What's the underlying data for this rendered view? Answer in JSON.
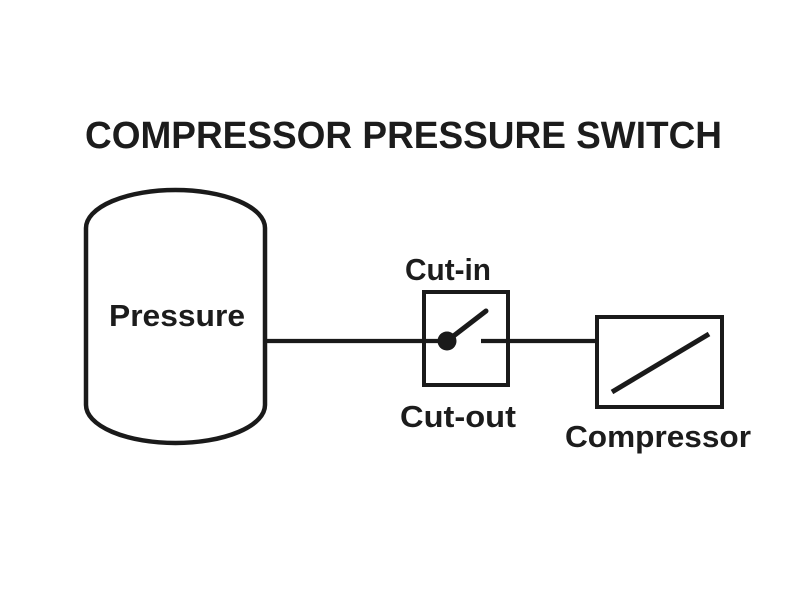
{
  "title": "COMPRESSOR PRESSURE SWITCH",
  "diagram": {
    "tank": {
      "label": "Pressure"
    },
    "switch": {
      "label_top": "Cut-in",
      "label_bottom": "Cut-out"
    },
    "compressor": {
      "label": "Compressor"
    }
  },
  "colors": {
    "background": "#ffffff",
    "stroke": "#1a1a1a",
    "text": "#1c1c1c"
  }
}
